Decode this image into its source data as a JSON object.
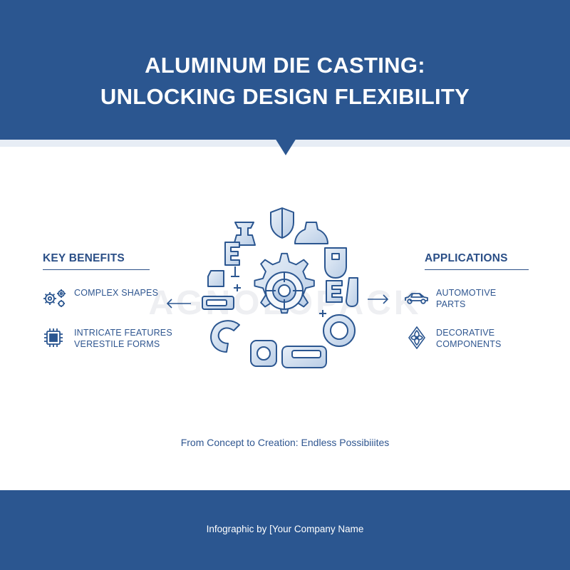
{
  "header": {
    "title_line1": "ALUMINUM DIE CASTING:",
    "title_line2": "UNLOCKING DESIGN FLEXIBILITY"
  },
  "watermark": "AGNOLOPACK",
  "benefits": {
    "heading": "KEY BENEFITS",
    "items": [
      {
        "icon": "gears-icon",
        "lines": [
          "COMPLEX SHAPES"
        ]
      },
      {
        "icon": "chip-icon",
        "lines": [
          "INTRICATE FEATURES",
          "VERESTILE FORMS"
        ]
      }
    ]
  },
  "applications": {
    "heading": "APPLICATIONS",
    "items": [
      {
        "icon": "car-icon",
        "lines": [
          "AUTOMOTIVE",
          "PARTS"
        ]
      },
      {
        "icon": "ornament-icon",
        "lines": [
          "DECORATIVE",
          "COMPONENTS"
        ]
      }
    ]
  },
  "hub_icon": "central-gear-icon",
  "tagline": "From Concept to Creation: Endless Possibiiites",
  "footer": {
    "text": "Infographic by [Your Company Name"
  },
  "colors": {
    "primary": "#2b5690",
    "accent_light": "#dbe6f3",
    "text": "#2f5690",
    "background": "#ffffff"
  }
}
